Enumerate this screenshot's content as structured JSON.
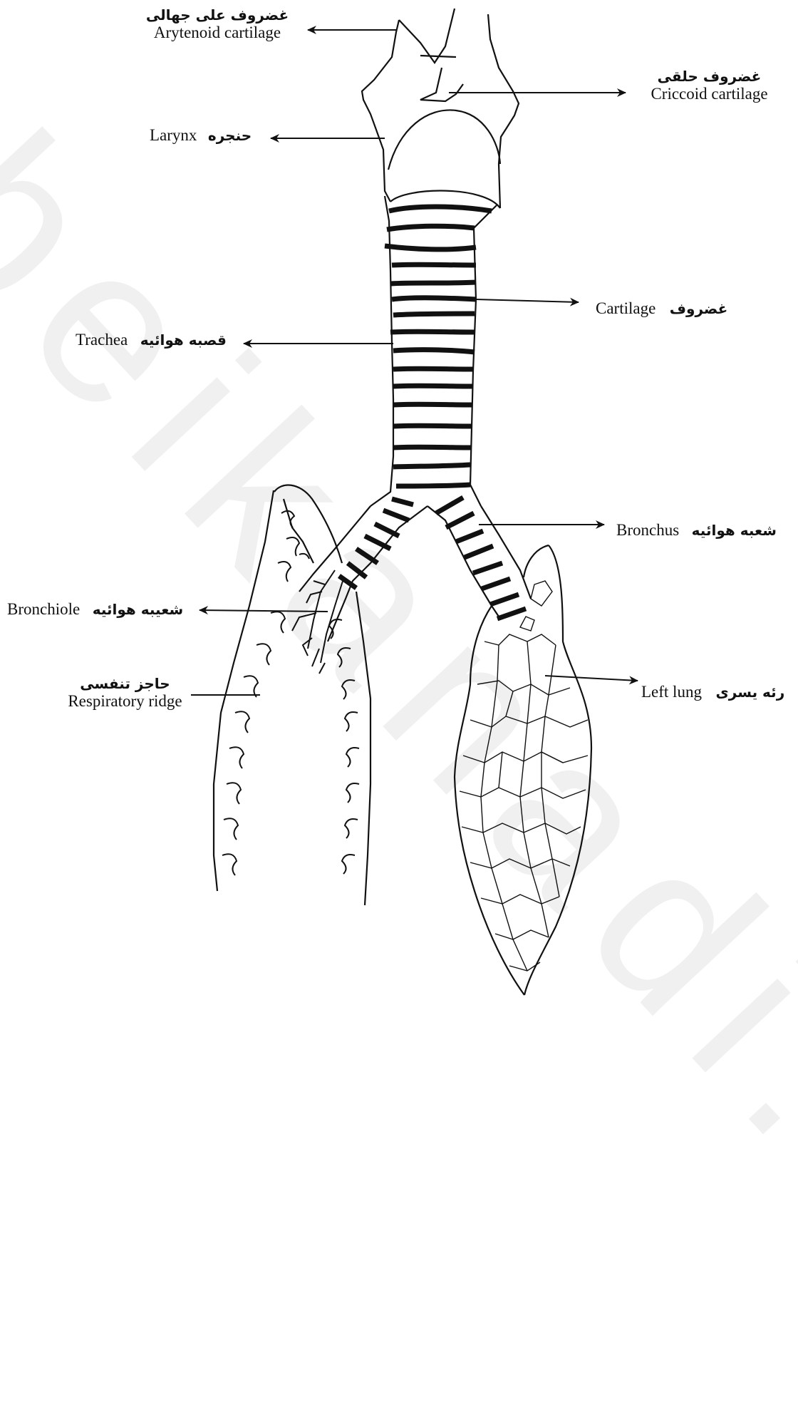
{
  "watermark": "beikanadi.co",
  "labels": {
    "arytenoid": {
      "fa": "غضروف علی جهالی",
      "en": "Arytenoid cartilage"
    },
    "cricoid": {
      "fa": "غضروف حلقی",
      "en": "Criccoid cartilage"
    },
    "larynx": {
      "en": "Larynx",
      "fa": "حنجره"
    },
    "cartilage": {
      "en": "Cartilage",
      "fa": "غضروف"
    },
    "trachea": {
      "en": "Trachea",
      "fa": "قصبه هوائیه"
    },
    "bronchus": {
      "en": "Bronchus",
      "fa": "شعبه هوائیه"
    },
    "bronchiole": {
      "en": "Bronchiole",
      "fa": "شعیبه هوائیه"
    },
    "respiratory_ridge": {
      "fa": "حاجز تنفسی",
      "en": "Respiratory ridge"
    },
    "left_lung": {
      "en": "Left lung",
      "fa": "رئه یسری"
    }
  }
}
